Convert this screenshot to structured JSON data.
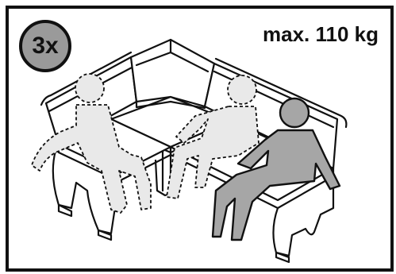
{
  "multiplier_badge": "3x",
  "weight_limit": "max. 110 kg",
  "colors": {
    "stroke": "#111111",
    "badge_fill": "#9a9a9a",
    "active_person": "#a6a6a6",
    "ghost_person": "#e9e9e9",
    "background": "#ffffff"
  },
  "icons": [
    "corner-bench-set",
    "seated-person-icon",
    "dashed-ghost-person-icon"
  ]
}
